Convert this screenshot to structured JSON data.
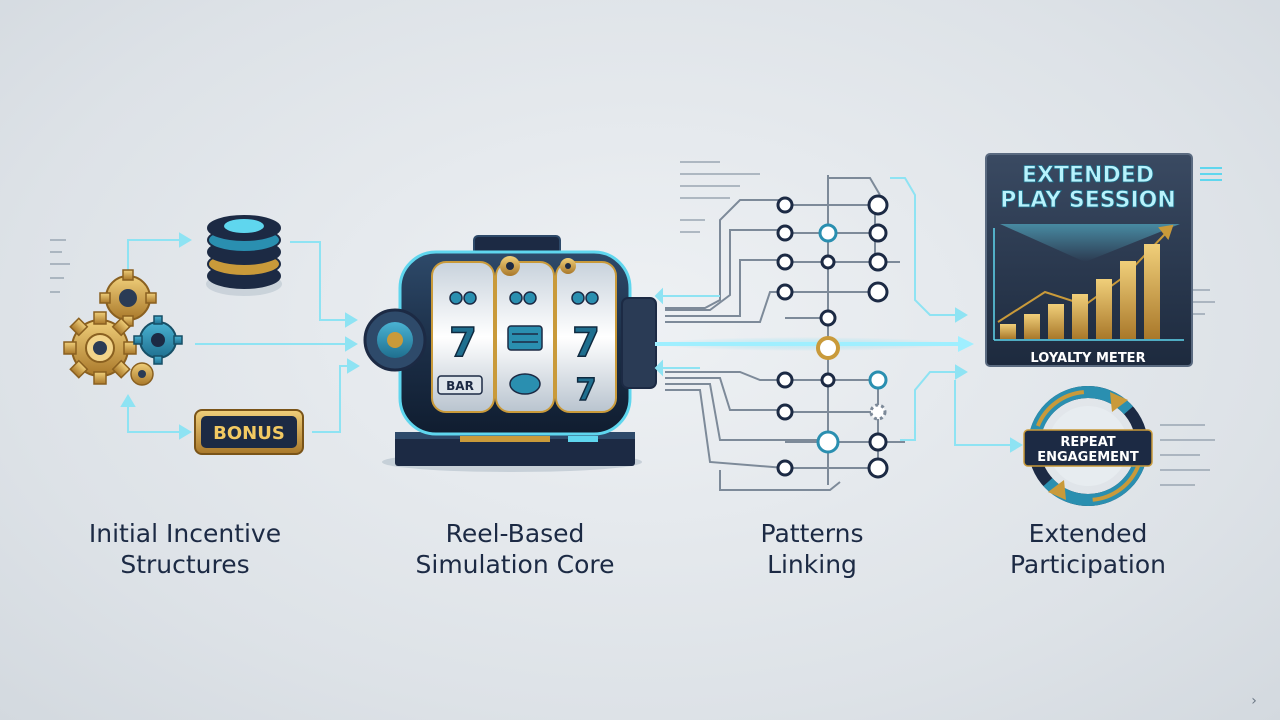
{
  "stages": [
    {
      "line1": "Initial Incentive",
      "line2": "Structures"
    },
    {
      "line1": "Reel-Based",
      "line2": "Simulation Core"
    },
    {
      "line1": "Patterns",
      "line2": "Linking"
    },
    {
      "line1": "Extended",
      "line2": "Participation"
    }
  ],
  "badges": {
    "bonus": "BONUS",
    "panel_title_1": "EXTENDED",
    "panel_title_2": "PLAY SESSION",
    "meter": "LOYALTY METER",
    "repeat_1": "REPEAT",
    "repeat_2": "ENGAGEMENT",
    "reel_bar": "BAR"
  },
  "colors": {
    "navy": "#1c2a44",
    "teal": "#2a8fb0",
    "cyan": "#5fd6ee",
    "gold": "#c99a3a",
    "background": "#e3e7eb"
  },
  "meter_bars": [
    0.15,
    0.25,
    0.35,
    0.45,
    0.6,
    0.78,
    0.95
  ],
  "icons": [
    "gear-icon",
    "poker-chips-icon",
    "slot-machine-icon",
    "network-node-icon",
    "trend-arrow-icon",
    "cycle-arrows-icon",
    "chevron-right-icon"
  ]
}
